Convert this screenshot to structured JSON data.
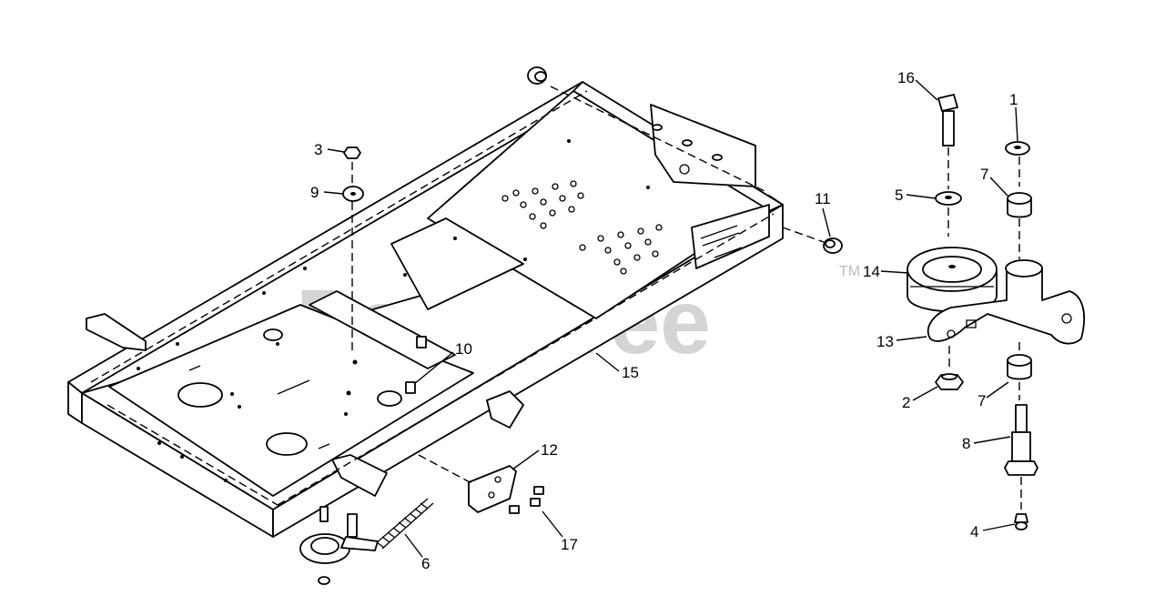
{
  "watermark": {
    "text": "PartsTree",
    "trademark": "TM"
  },
  "callouts": [
    "1",
    "2",
    "3",
    "4",
    "5",
    "6",
    "7",
    "7",
    "8",
    "9",
    "10",
    "11",
    "12",
    "13",
    "14",
    "15",
    "16",
    "17"
  ]
}
